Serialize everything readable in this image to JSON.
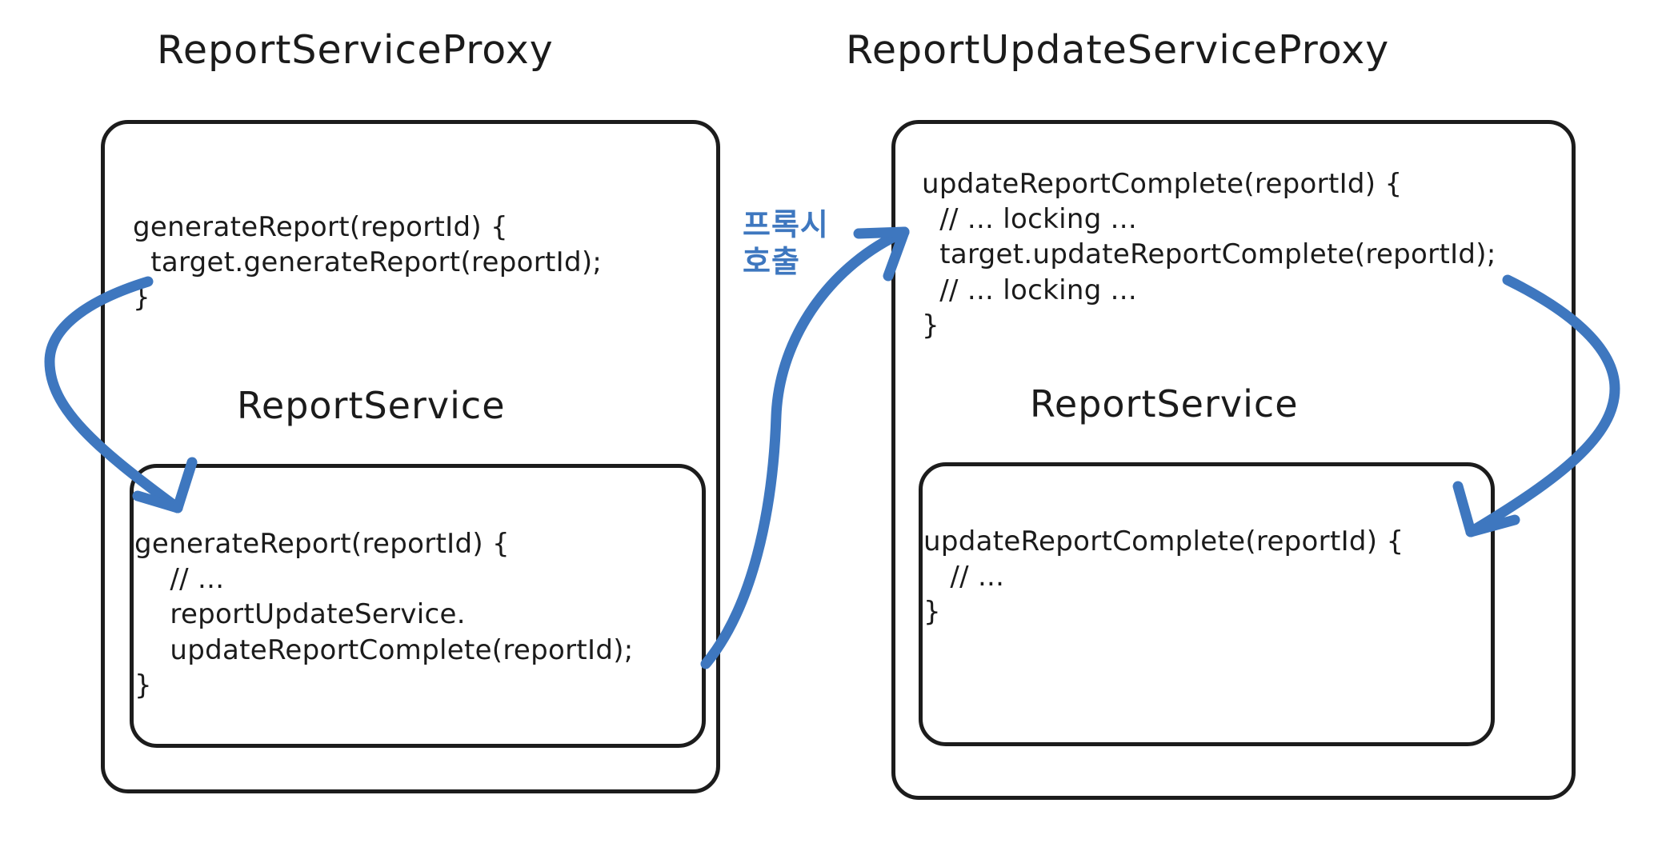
{
  "diagram": {
    "title_hidden": "",
    "accent_blue": "#3e77bf",
    "stroke_black": "#1c1c1c",
    "left": {
      "proxy_title": "ReportServiceProxy",
      "proxy_code": "generateReport(reportId) {\n  target.generateReport(reportId);\n}",
      "inner_title": "ReportService",
      "inner_code": "generateReport(reportId) {\n    // ...\n    reportUpdateService.\n    updateReportComplete(reportId);\n}"
    },
    "right": {
      "proxy_title": "ReportUpdateServiceProxy",
      "proxy_code": "updateReportComplete(reportId) {\n  // ... locking ...\n  target.updateReportComplete(reportId);\n  // ... locking ...\n}",
      "inner_title": "ReportService",
      "inner_code": "updateReportComplete(reportId) {\n   // ...\n}"
    },
    "middle": {
      "call_label": "프록시\n호출"
    },
    "arrows": [
      {
        "name": "left-proxy-to-target",
        "color": "#3e77bf"
      },
      {
        "name": "cross-proxy-call",
        "color": "#3e77bf"
      },
      {
        "name": "right-proxy-to-target",
        "color": "#3e77bf"
      }
    ]
  }
}
